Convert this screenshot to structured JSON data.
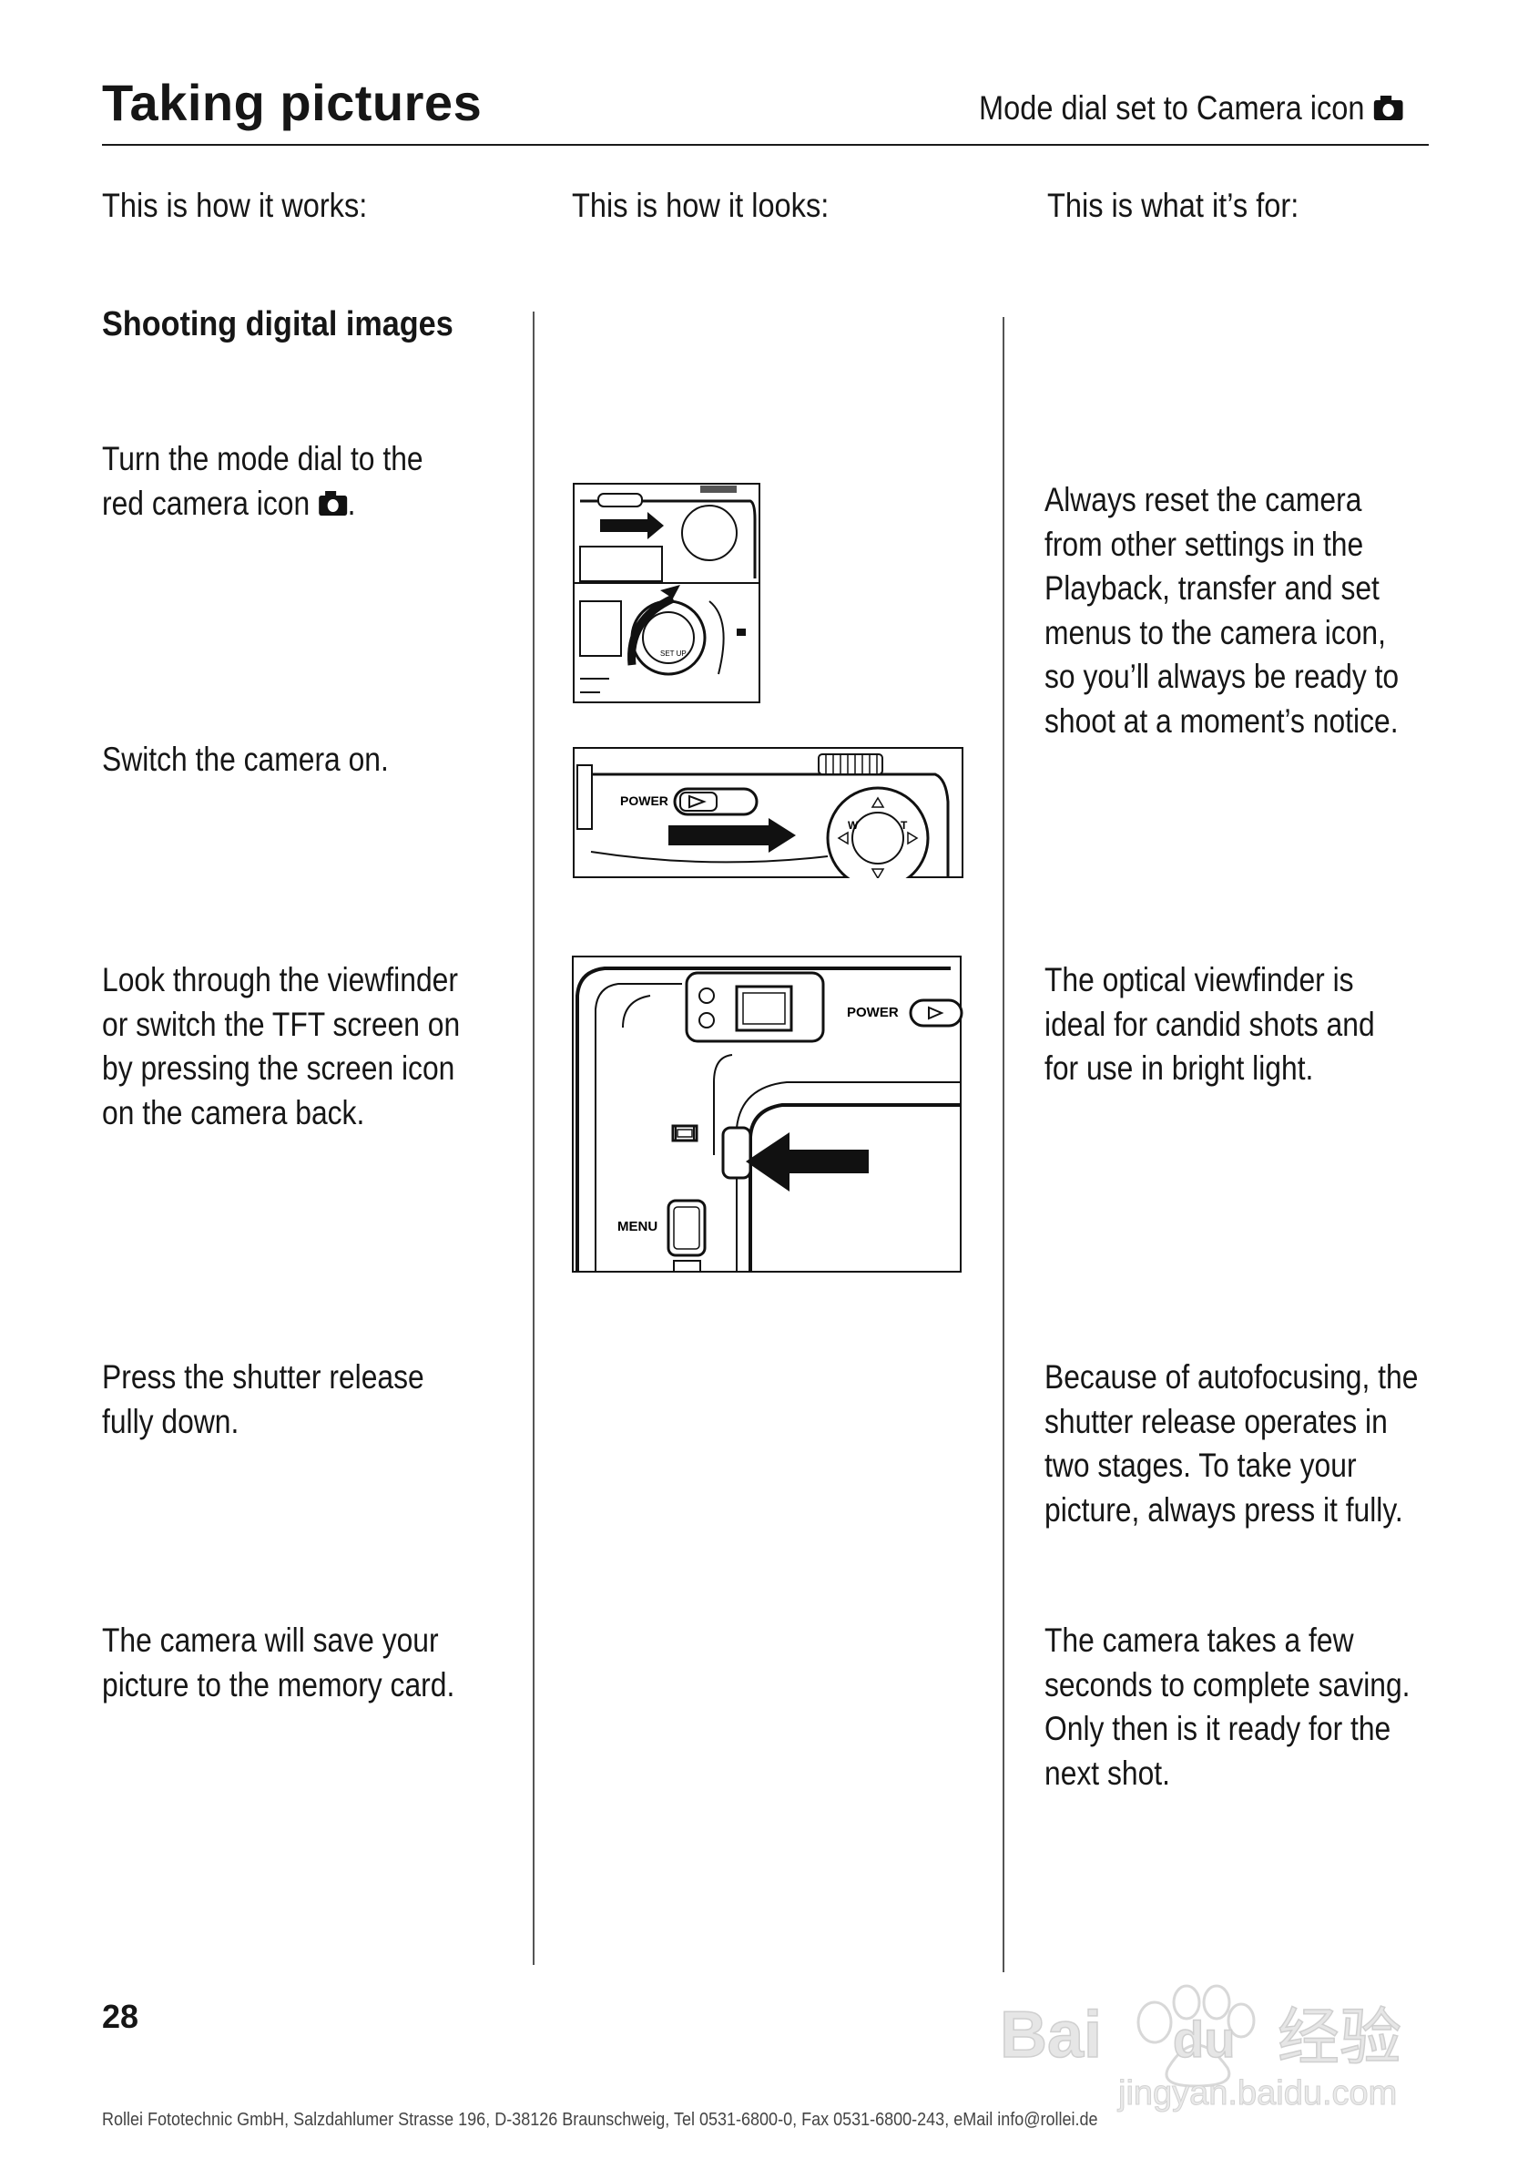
{
  "header": {
    "title": "Taking pictures",
    "mode_label": "Mode dial set to Camera icon"
  },
  "columns": {
    "works": "This is how it works:",
    "looks": "This is how it looks:",
    "for": "This is what it’s for:"
  },
  "section_title": "Shooting digital images",
  "steps": [
    {
      "how": [
        "Turn the mode dial to the",
        "red camera icon"
      ],
      "how_suffix": ".",
      "why": [
        "Always reset the camera",
        "from other settings in the",
        "Playback, transfer and set",
        "menus to the camera icon,",
        "so you’ll always be ready to",
        "shoot at a moment’s notice."
      ]
    },
    {
      "how": [
        "Switch the camera on."
      ]
    },
    {
      "how": [
        "Look through the viewfinder",
        "or switch the TFT screen on",
        "by pressing the screen icon",
        "on the camera back."
      ],
      "why": [
        "The optical viewfinder is",
        "ideal for candid shots and",
        "for use in bright light."
      ]
    },
    {
      "how": [
        "Press the shutter release",
        "fully down."
      ],
      "why": [
        "Because of autofocusing, the",
        "shutter release operates in",
        "two stages. To take your",
        "picture, always press it fully."
      ]
    },
    {
      "how": [
        "The camera will save your",
        "picture to the memory card."
      ],
      "why": [
        "The camera takes a few",
        "seconds to complete saving.",
        "Only then is it ready for the",
        "next shot."
      ]
    }
  ],
  "figures": {
    "power_label": "POWER",
    "menu_label": "MENU",
    "setup_label": "SET UP",
    "zoom_w": "W",
    "zoom_t": "T"
  },
  "page_number": "28",
  "footer": "Rollei Fototechnic GmbH, Salzdahlumer Strasse 196, D-38126 Braunschweig, Tel 0531-6800-0, Fax 0531-6800-243, eMail info@rollei.de",
  "watermark": {
    "brand": "Bai",
    "brand2": "du",
    "cn": "经验",
    "url": "jingyan.baidu.com"
  }
}
